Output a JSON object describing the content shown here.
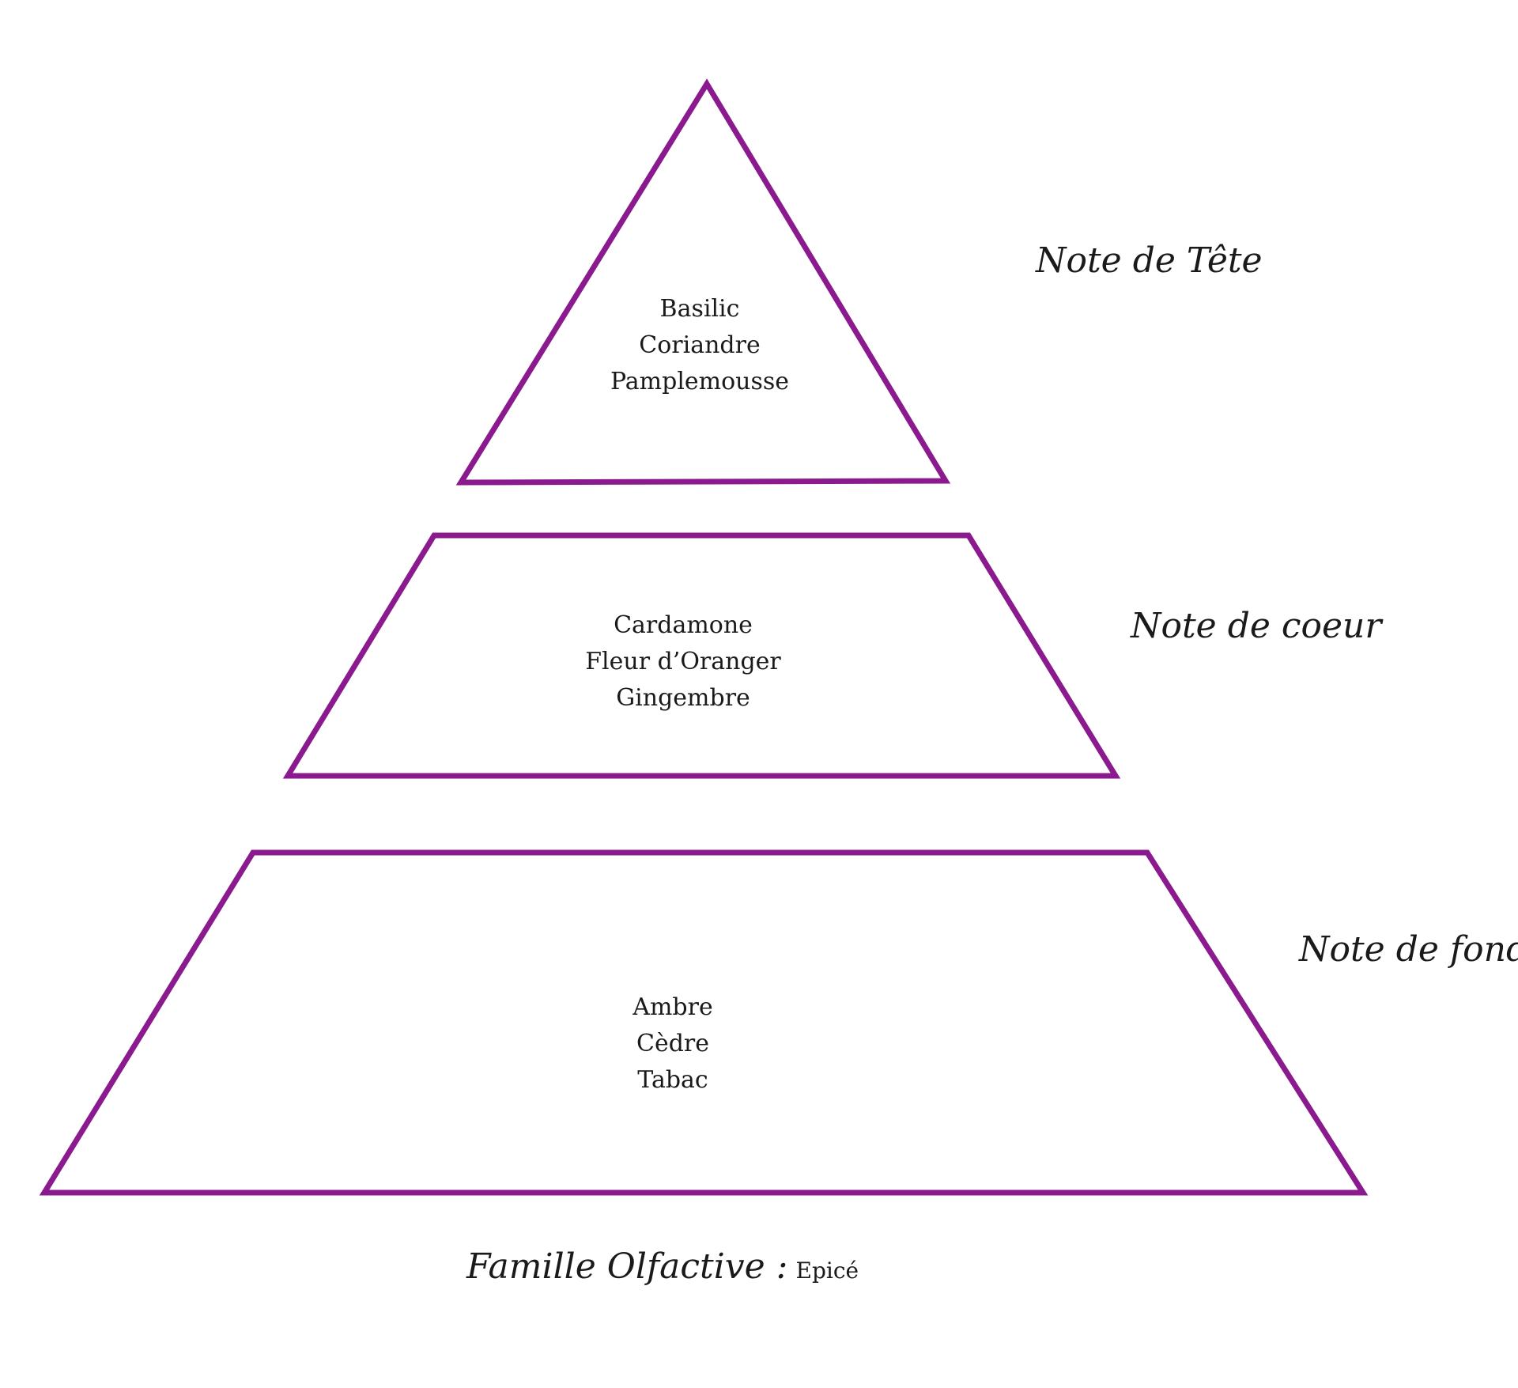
{
  "colors": {
    "outline": "#8a1a8e",
    "text": "#1a1a1a",
    "background": "#ffffff"
  },
  "pyramid": {
    "top": {
      "label": "Note de Tête",
      "notes": [
        "Basilic",
        "Coriandre",
        "Pamplemousse"
      ]
    },
    "middle": {
      "label": "Note de coeur",
      "notes": [
        "Cardamone",
        "Fleur d’Oranger",
        "Gingembre"
      ]
    },
    "base": {
      "label": "Note de fond",
      "notes": [
        "Ambre",
        "Cèdre",
        "Tabac"
      ]
    }
  },
  "family": {
    "label": "Famille Olfactive :",
    "value": "Epicé"
  }
}
